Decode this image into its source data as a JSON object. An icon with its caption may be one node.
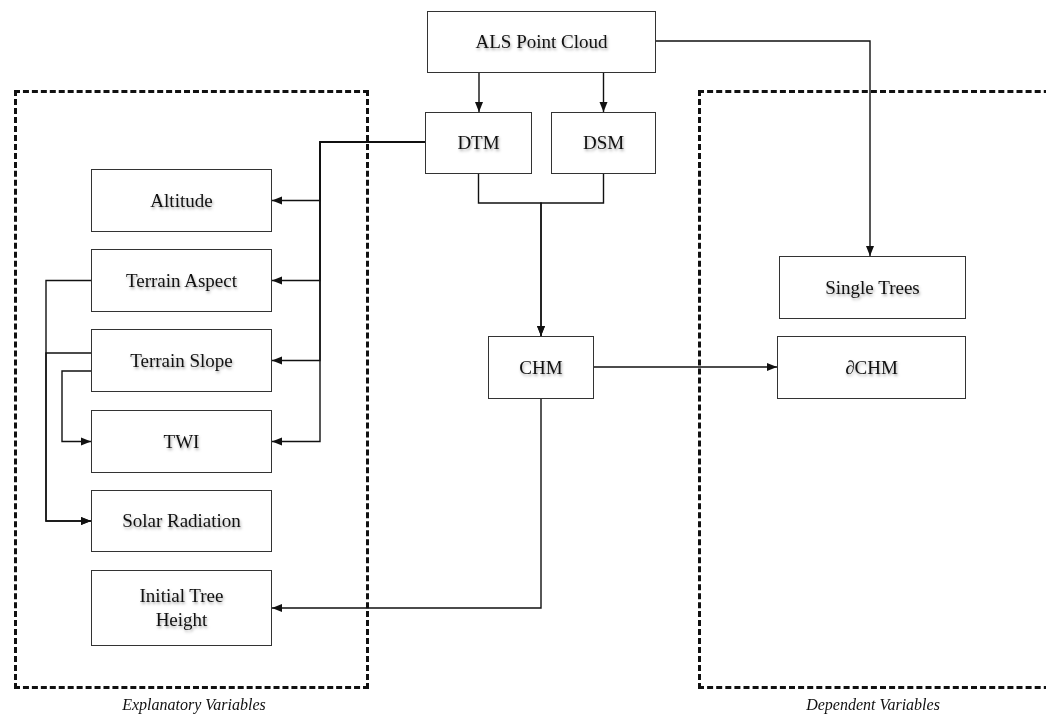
{
  "diagram": {
    "nodes": [
      {
        "text": [
          "Explanatory Variables"
        ]
      },
      {
        "text": [
          "Dependent Variables"
        ]
      },
      {
        "text": [
          "ALS Point Cloud"
        ]
      },
      {
        "text": [
          "DTM"
        ]
      },
      {
        "text": [
          "DSM"
        ]
      },
      {
        "text": [
          "Altitude"
        ],
        "in": 0
      },
      {
        "text": [
          "Terrain Aspect"
        ],
        "in": 0
      },
      {
        "text": [
          "Terrain Slope"
        ],
        "in": 0
      },
      {
        "text": [
          "TWI"
        ],
        "in": 0
      },
      {
        "text": [
          "Solar Radiation"
        ],
        "in": 0
      },
      {
        "text": [
          "Initial Tree Height"
        ],
        "in": 0
      },
      {
        "text": [
          "CHM"
        ]
      },
      {
        "text": [
          "Single Trees"
        ],
        "in": 1
      },
      {
        "text": [
          "∂CHM"
        ],
        "in": 1
      }
    ],
    "edges": [
      {
        "from": 2,
        "to": 3,
        "arrow": "to"
      },
      {
        "from": 2,
        "to": 4,
        "arrow": "to"
      },
      {
        "from": 2,
        "to": 12,
        "arrow": "to"
      },
      {
        "from": 3,
        "to": 5,
        "arrow": "to"
      },
      {
        "from": 3,
        "to": 6,
        "arrow": "to"
      },
      {
        "from": 3,
        "to": 7,
        "arrow": "to"
      },
      {
        "from": 3,
        "to": 8,
        "arrow": "to"
      },
      {
        "from": 3,
        "to": 11,
        "arrow": "to"
      },
      {
        "from": 4,
        "to": 11,
        "arrow": "to"
      },
      {
        "from": 6,
        "to": 9,
        "arrow": "to"
      },
      {
        "from": 7,
        "to": 9,
        "arrow": "to"
      },
      {
        "from": 7,
        "to": 8,
        "arrow": "to"
      },
      {
        "from": 11,
        "to": 13,
        "arrow": "to"
      },
      {
        "from": 11,
        "to": 10,
        "arrow": "to"
      }
    ]
  }
}
